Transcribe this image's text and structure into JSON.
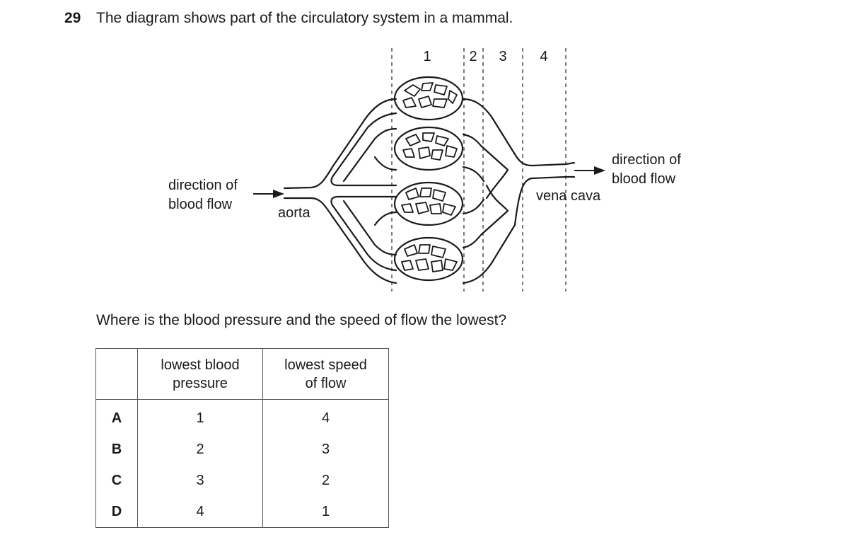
{
  "question": {
    "number": "29",
    "text": "The diagram shows part of the circulatory system in a mammal.",
    "prompt": "Where is the blood pressure and the speed of flow the lowest?"
  },
  "diagram": {
    "region_labels": [
      "1",
      "2",
      "3",
      "4"
    ],
    "flow_label_left": [
      "direction of",
      "blood flow"
    ],
    "flow_label_right": [
      "direction of",
      "blood flow"
    ],
    "aorta_label": "aorta",
    "vena_cava_label": "vena cava"
  },
  "table": {
    "headers": [
      "",
      [
        "lowest blood",
        "pressure"
      ],
      [
        "lowest speed",
        "of flow"
      ]
    ],
    "rows": [
      {
        "option": "A",
        "pressure": "1",
        "speed": "4"
      },
      {
        "option": "B",
        "pressure": "2",
        "speed": "3"
      },
      {
        "option": "C",
        "pressure": "3",
        "speed": "2"
      },
      {
        "option": "D",
        "pressure": "4",
        "speed": "1"
      }
    ]
  }
}
